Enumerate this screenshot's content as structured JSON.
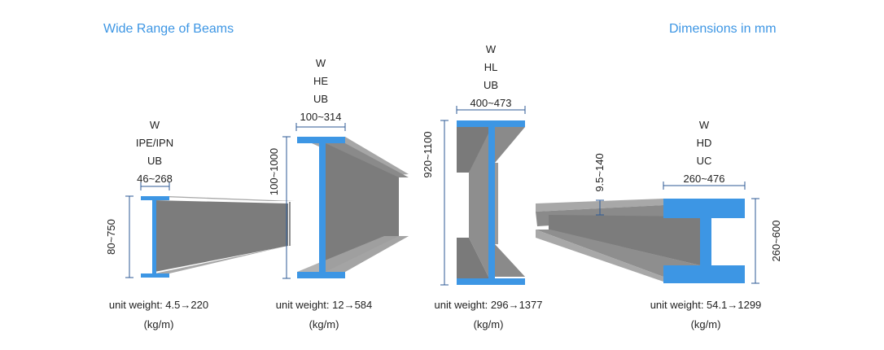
{
  "header": {
    "left": "Wide Range of Beams",
    "right": "Dimensions in mm"
  },
  "colors": {
    "accent": "#3d96e4",
    "steel_dark": "#7a7a7a",
    "steel_light": "#a6a6a6",
    "dimension_line": "#2c5a96"
  },
  "beams": [
    {
      "types": [
        "W",
        "IPE/IPN",
        "UB"
      ],
      "flange_width": "46~268",
      "height": "80~750",
      "weight_label": "unit weight: 4.5→220",
      "unit": "(kg/m)"
    },
    {
      "types": [
        "W",
        "HE",
        "UB"
      ],
      "flange_width": "100~314",
      "height": "100~1000",
      "weight_label": "unit weight: 12→584",
      "unit": "(kg/m)"
    },
    {
      "types": [
        "W",
        "HL",
        "UB"
      ],
      "flange_width": "400~473",
      "height": "920~1100",
      "weight_label": "unit weight: 296→1377",
      "unit": "(kg/m)"
    },
    {
      "types": [
        "W",
        "HD",
        "UC"
      ],
      "flange_width": "260~476",
      "height": "260~600",
      "flange_thickness": "9.5~140",
      "weight_label": "unit weight: 54.1→1299",
      "unit": "(kg/m)"
    }
  ]
}
